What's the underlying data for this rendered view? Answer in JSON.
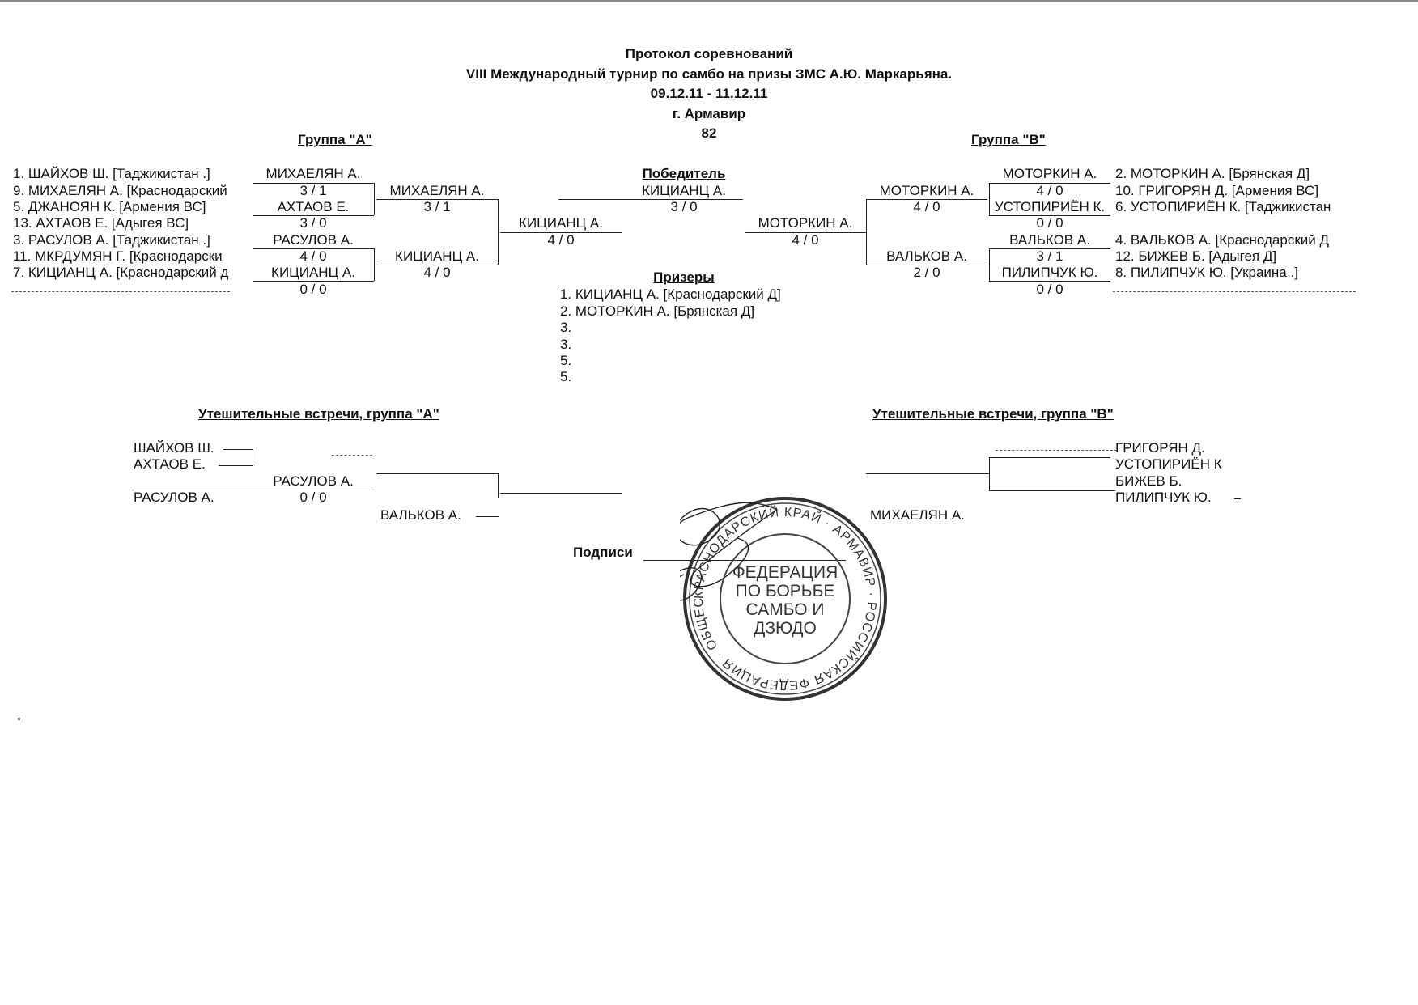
{
  "header": {
    "title": "Протокол соревнований",
    "event": "VIII Международный турнир по самбо на призы ЗМС А.Ю. Маркарьяна.",
    "dates": "09.12.11 - 11.12.11",
    "city": "г. Армавир",
    "weight": "82"
  },
  "group_a": {
    "heading": "Группа \"А\"",
    "entrants": [
      "1. ШАЙХОВ Ш.  [Таджикистан  .]",
      "9. МИХАЕЛЯН А.  [Краснодарский",
      "5. ДЖАНОЯН К.  [Армения  ВС]",
      "13. АХТАОВ Е.  [Адыгея  ВС]",
      "3. РАСУЛОВ А.  [Таджикистан  .]",
      "11. МКРДУМЯН Г.  [Краснодарски",
      "7. КИЦИАНЦ А.  [Краснодарский  д"
    ],
    "round1": [
      {
        "name": "МИХАЕЛЯН А.",
        "score": "3  /  1"
      },
      {
        "name": "АХТАОВ Е.",
        "score": "3  /  0"
      },
      {
        "name": "РАСУЛОВ А.",
        "score": "4  /  0"
      },
      {
        "name": "КИЦИАНЦ А.",
        "score": "0  /  0"
      }
    ],
    "round2": [
      {
        "name": "МИХАЕЛЯН А.",
        "score": "3  /  1"
      },
      {
        "name": "КИЦИАНЦ А.",
        "score": "4  /  0"
      }
    ],
    "final": {
      "name": "КИЦИАНЦ А.",
      "score": "4  /  0"
    }
  },
  "group_b": {
    "heading": "Группа \"В\"",
    "entrants": [
      "2. МОТОРКИН А.  [Брянская  Д]",
      "10. ГРИГОРЯН Д.  [Армения  ВС]",
      "6. УСТОПИРИЁН К.  [Таджикистан",
      "4. ВАЛЬКОВ А.  [Краснодарский  Д",
      "12. БИЖЕВ Б.  [Адыгея  Д]",
      "8. ПИЛИПЧУК Ю.  [Украина  .]"
    ],
    "round1": [
      {
        "name": "МОТОРКИН А.",
        "score": "4  /  0"
      },
      {
        "name": "УСТОПИРИЁН К.",
        "score": "0  /  0"
      },
      {
        "name": "ВАЛЬКОВ А.",
        "score": "3  /  1"
      },
      {
        "name": "ПИЛИПЧУК Ю.",
        "score": "0  /  0"
      }
    ],
    "round2": [
      {
        "name": "МОТОРКИН А.",
        "score": "4  /  0"
      },
      {
        "name": "ВАЛЬКОВ А.",
        "score": "2  /  0"
      }
    ],
    "final": {
      "name": "МОТОРКИН А.",
      "score": "4  /  0"
    }
  },
  "winner": {
    "heading": "Победитель",
    "name": "КИЦИАНЦ А.",
    "score": "3  /  0"
  },
  "prizes": {
    "heading": "Призеры",
    "list": [
      "1. КИЦИАНЦ А.    [Краснодарский  Д]",
      "2. МОТОРКИН А.    [Брянская  Д]",
      "3.",
      "3.",
      "5.",
      "5."
    ]
  },
  "consolation_a": {
    "heading": "Утешительные встречи, группа \"А\"",
    "names": [
      "ШАЙХОВ Ш.",
      "АХТАОВ Е.",
      "РАСУЛОВ А."
    ],
    "r1": {
      "name": "РАСУЛОВ А.",
      "score": "0  /  0"
    },
    "opponent": "ВАЛЬКОВ А."
  },
  "consolation_b": {
    "heading": "Утешительные встречи, группа \"В\"",
    "names": [
      "ГРИГОРЯН Д.",
      "УСТОПИРИЁН К",
      "БИЖЕВ Б.",
      "ПИЛИПЧУК Ю."
    ],
    "opponent": "МИХАЕЛЯН А."
  },
  "signatures_label": "Подписи",
  "stamp": {
    "center_text": [
      "ФЕДЕРАЦИЯ",
      "ПО БОРЬБЕ",
      "САМБО И",
      "ДЗЮДО"
    ],
    "ring_text": "КРАСНОДАРСКИЙ КРАЙ · АРМАВИР · РОССИЙСКАЯ ФЕДЕРАЦИЯ · ОБЩЕСТВЕННАЯ ОРГАНИЗАЦИЯ"
  }
}
